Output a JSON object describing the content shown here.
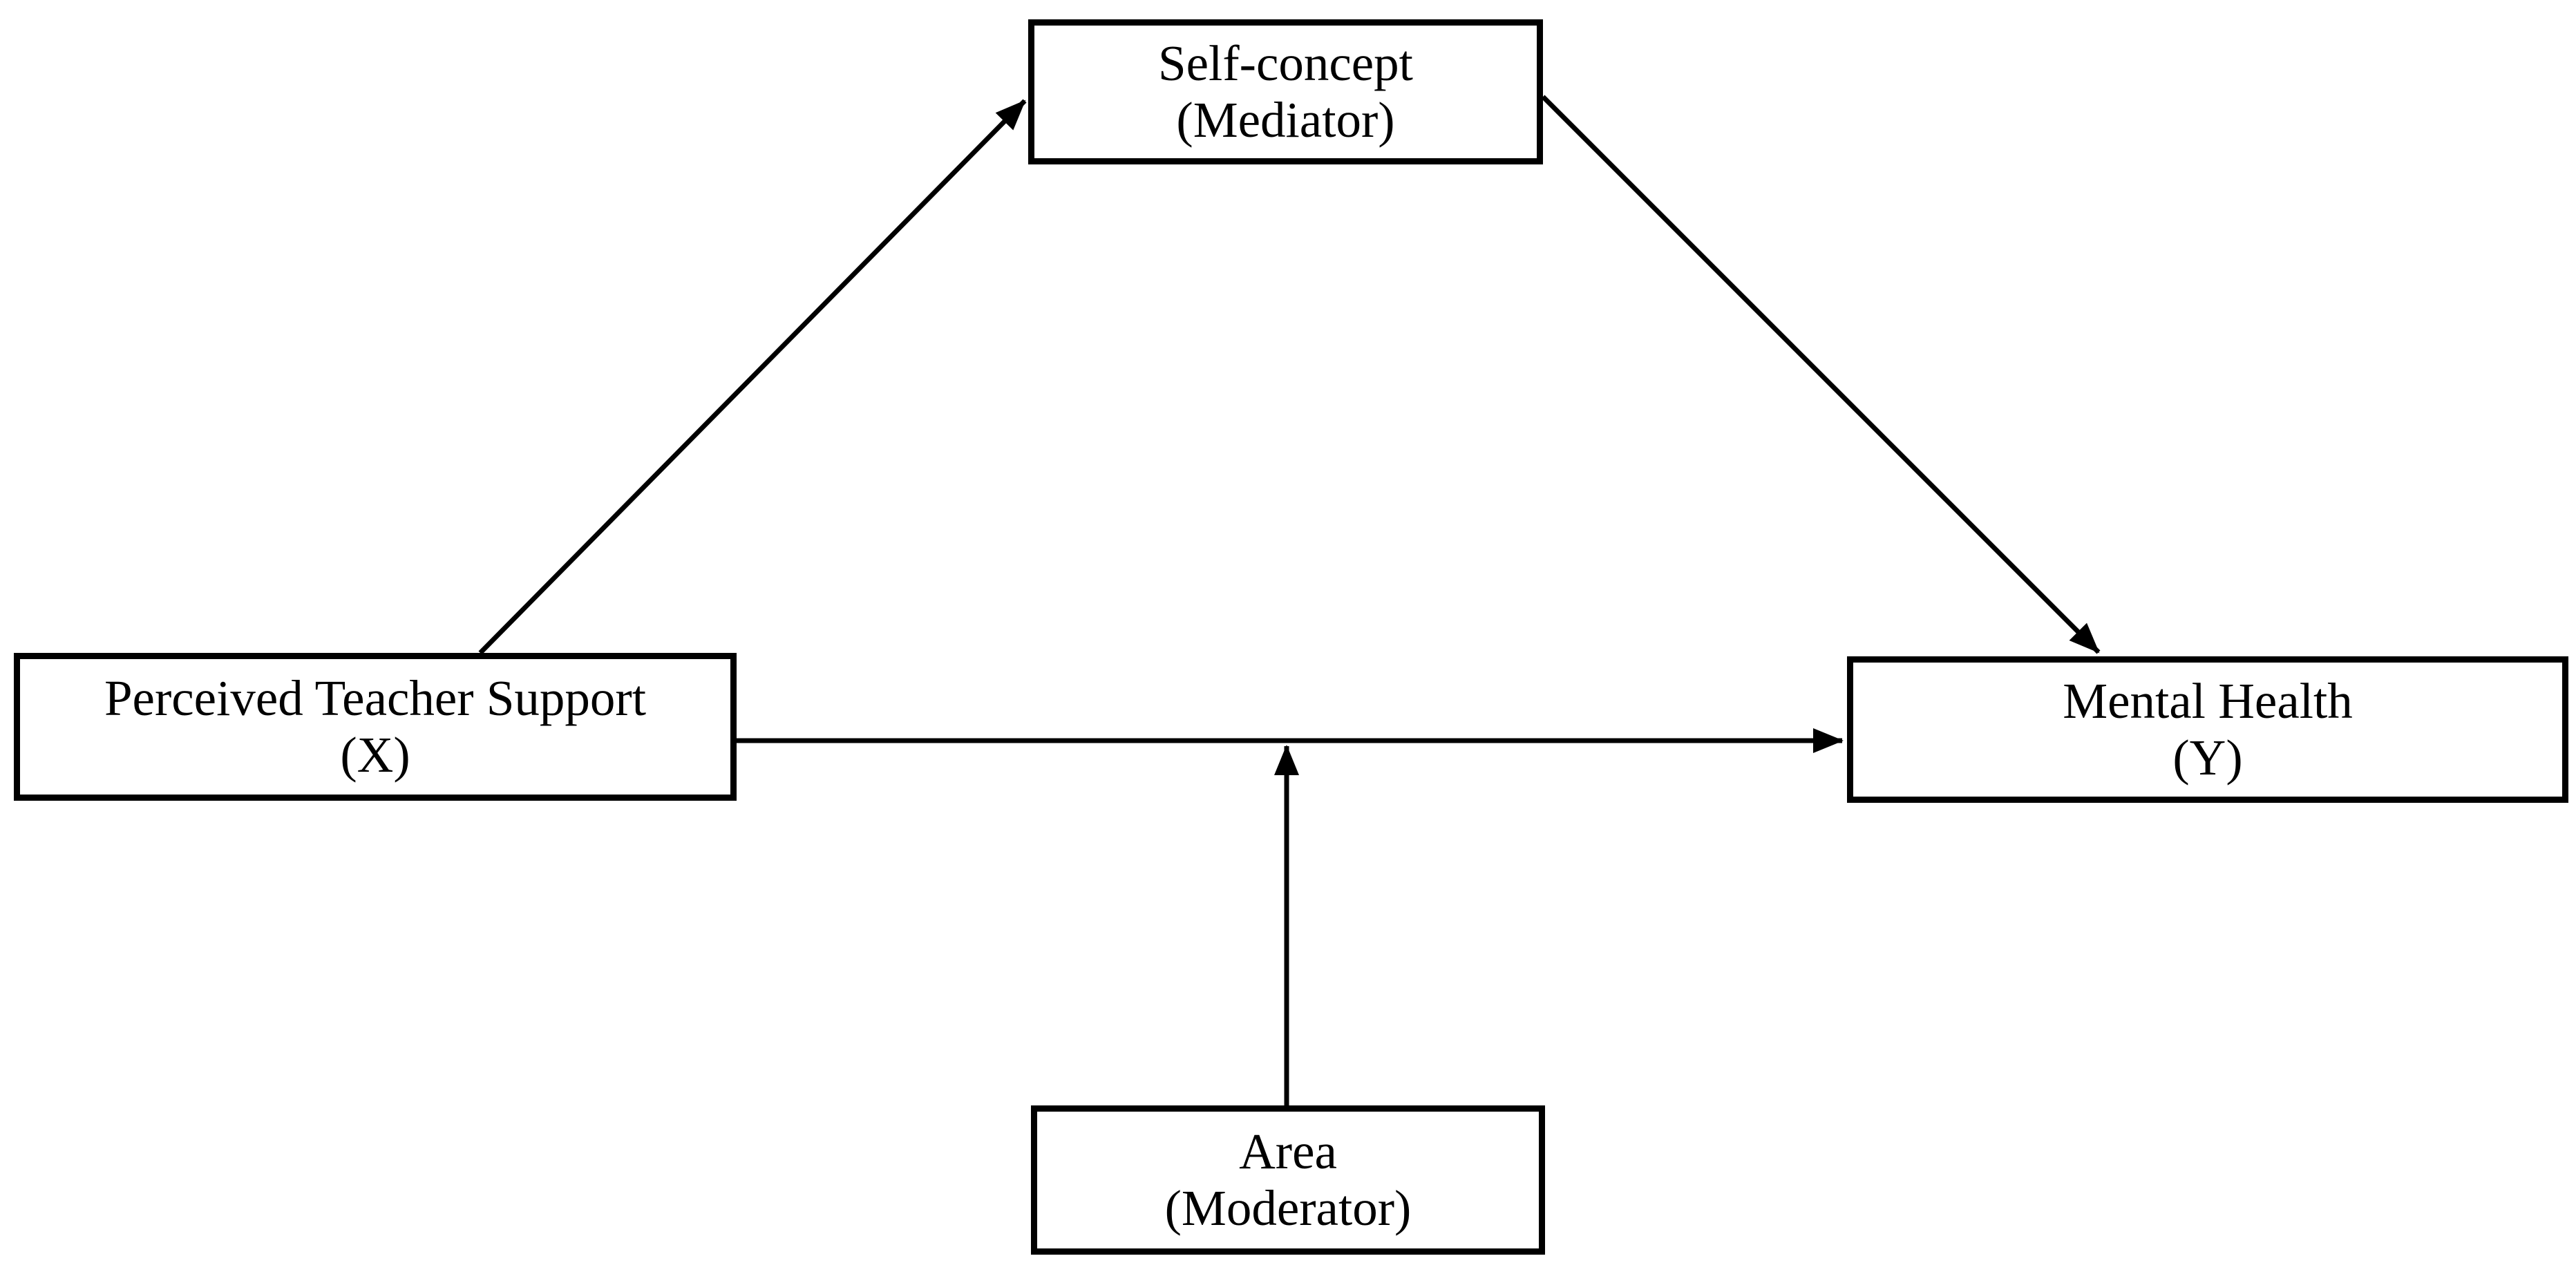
{
  "diagram": {
    "type": "moderated-mediation-model",
    "nodes": {
      "mediator": {
        "title": "Self-concept",
        "subtitle": "(Mediator)"
      },
      "independent": {
        "title": "Perceived Teacher Support",
        "subtitle": "(X)"
      },
      "dependent": {
        "title": "Mental Health",
        "subtitle": "(Y)"
      },
      "moderator": {
        "title": "Area",
        "subtitle": "(Moderator)"
      }
    },
    "edges": [
      {
        "from": "Perceived Teacher Support (X)",
        "to": "Self-concept (Mediator)",
        "style": "arrow"
      },
      {
        "from": "Self-concept (Mediator)",
        "to": "Mental Health (Y)",
        "style": "arrow"
      },
      {
        "from": "Perceived Teacher Support (X)",
        "to": "Mental Health (Y)",
        "style": "arrow"
      },
      {
        "from": "Area (Moderator)",
        "to": "path X to Y",
        "style": "arrow"
      }
    ],
    "colors": {
      "background": "#ffffff",
      "box_fill": "#ffffff",
      "line": "#000000",
      "text": "#000000"
    }
  }
}
